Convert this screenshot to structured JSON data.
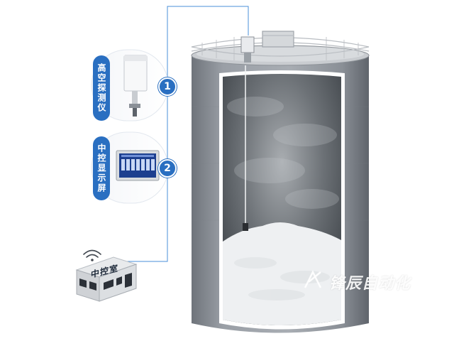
{
  "devices": [
    {
      "number": "1",
      "label": "高空探测仪",
      "icon": "radar-sensor-icon"
    },
    {
      "number": "2",
      "label": "中控显示屏",
      "icon": "touch-display-icon"
    }
  ],
  "control_room": {
    "label": "中控室",
    "icon": "wifi-building-icon"
  },
  "watermark": {
    "text": "锋辰自动化"
  },
  "colors": {
    "accent": "#2a6fc1",
    "silo": "#8e939a",
    "powder": "#f2f4f6",
    "line": "#4a8fd8"
  }
}
